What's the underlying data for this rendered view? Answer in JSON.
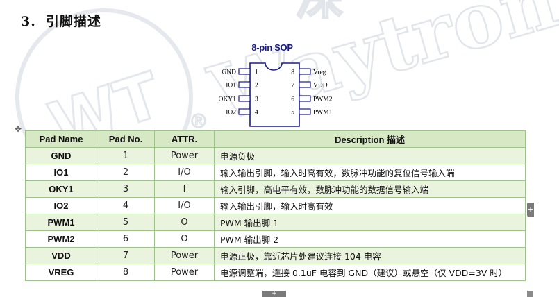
{
  "section": {
    "number": "3.",
    "title": "引脚描述"
  },
  "watermark": {
    "text": "Waytronic",
    "logo": "WT",
    "chinese": "深",
    "registered": "®"
  },
  "package": {
    "title": "8-pin SOP",
    "left_pins": [
      {
        "num": "1",
        "name": "GND"
      },
      {
        "num": "2",
        "name": "IO1"
      },
      {
        "num": "3",
        "name": "OKY1"
      },
      {
        "num": "4",
        "name": "IO2"
      }
    ],
    "right_pins": [
      {
        "num": "8",
        "name": "Vreg"
      },
      {
        "num": "7",
        "name": "VDD"
      },
      {
        "num": "6",
        "name": "PWM2"
      },
      {
        "num": "5",
        "name": "PWM1"
      }
    ]
  },
  "table": {
    "headers": [
      "Pad Name",
      "Pad No.",
      "ATTR.",
      "Description 描述"
    ],
    "rows": [
      {
        "name": "GND",
        "no": "1",
        "attr": "Power",
        "desc": "电源负极"
      },
      {
        "name": "IO1",
        "no": "2",
        "attr": "I/O",
        "desc": "输入输出引脚，输入时高有效，数脉冲功能的复位信号输入端"
      },
      {
        "name": "OKY1",
        "no": "3",
        "attr": "I",
        "desc": "输入引脚，高电平有效，数脉冲功能的数据信号输入端"
      },
      {
        "name": "IO2",
        "no": "4",
        "attr": "I/O",
        "desc": "输入输出引脚，输入时高有效"
      },
      {
        "name": "PWM1",
        "no": "5",
        "attr": "O",
        "desc": "PWM 输出脚 1"
      },
      {
        "name": "PWM2",
        "no": "6",
        "attr": "O",
        "desc": "PWM 输出脚 2"
      },
      {
        "name": "VDD",
        "no": "7",
        "attr": "Power",
        "desc": "电源正极，靠近芯片处建议连接 104 电容"
      },
      {
        "name": "VREG",
        "no": "8",
        "attr": "Power",
        "desc": "电源调整端，连接 0.1uF 电容到 GND（建议）或悬空（仅 VDD=3V 时）"
      }
    ]
  },
  "controls": {
    "move_icon": "✥",
    "add_column": "+",
    "add_row": "+"
  },
  "colors": {
    "header_bg": "#d7e8c5",
    "row_alt_bg": "#eaf3de",
    "border": "#9fc18a",
    "package_title": "#1a1a8c",
    "chip_outline": "#1a1a8c"
  }
}
